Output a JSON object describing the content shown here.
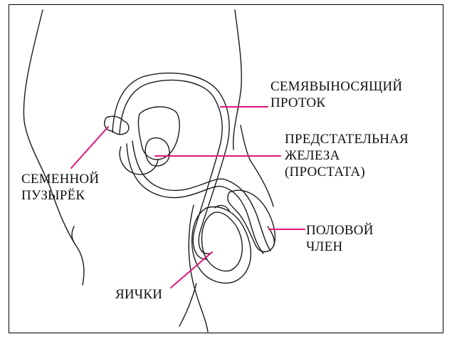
{
  "labels": {
    "vas_deferens": [
      "СЕМЯВЫНОСЯЩИЙ",
      "ПРОТОК"
    ],
    "prostate": [
      "ПРЕДСТАТЕЛЬНАЯ",
      "ЖЕЛЕЗА",
      "(ПРОСТАТА)"
    ],
    "seminal_vesicle": [
      "СЕМЕННОЙ",
      "ПУЗЫРЁК"
    ],
    "penis": [
      "ПОЛОВОЙ",
      "ЧЛЕН"
    ],
    "testes": [
      "ЯИЧКИ"
    ]
  },
  "colors": {
    "pointer": "#e0167a",
    "outline": "#1a1a1a"
  }
}
